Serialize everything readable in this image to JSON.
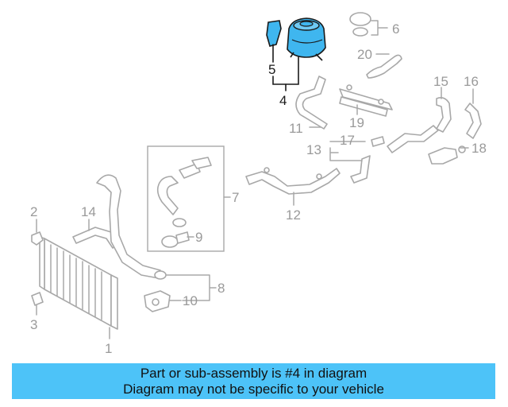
{
  "callouts": {
    "c1": "1",
    "c2": "2",
    "c3": "3",
    "c4": "4",
    "c5": "5",
    "c6": "6",
    "c7": "7",
    "c8": "8",
    "c9": "9",
    "c10": "10",
    "c11": "11",
    "c12": "12",
    "c13": "13",
    "c14": "14",
    "c15": "15",
    "c16": "16",
    "c17": "17",
    "c18": "18",
    "c19": "19",
    "c20": "20"
  },
  "banner": {
    "line1": "Part or sub-assembly is #4 in diagram",
    "line2": "Diagram may not be specific to your vehicle"
  },
  "colors": {
    "highlight_part": "#3fb6ef",
    "banner_bg": "#4dc3f8",
    "line_gray": "#a8a8a8"
  }
}
